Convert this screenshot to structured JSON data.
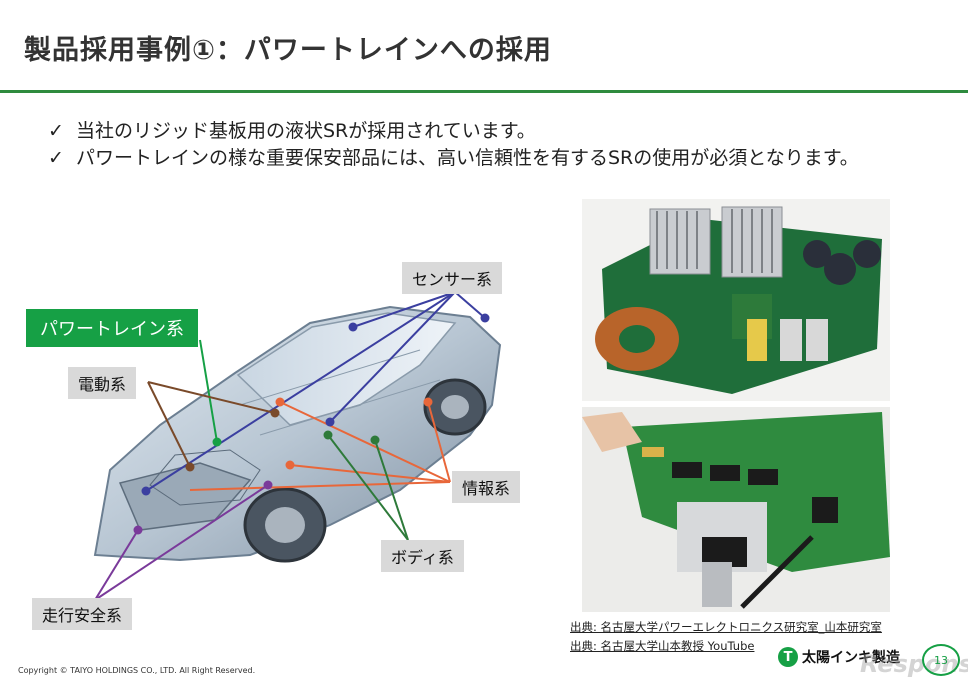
{
  "title": "製品採用事例①：パワートレインへの採用",
  "bullets": [
    "当社のリジッド基板用の液状SRが採用されています。",
    "パワートレインの様な重要保安部品には、高い信頼性を有するSRの使用が必須となります。"
  ],
  "check": "✓",
  "labels": {
    "sensor": "センサー系",
    "powertrain": "パワートレイン系",
    "electric": "電動系",
    "info": "情報系",
    "body": "ボディ系",
    "safety": "走行安全系"
  },
  "sources": [
    "出典: 名古屋大学パワーエレクトロニクス研究室_山本研究室",
    "出典: 名古屋大学山本教授 YouTube"
  ],
  "copyright": "Copyright © TAIYO HOLDINGS CO., LTD.  All Right Reserved.",
  "logo": {
    "mark": "T",
    "text": "太陽インキ製造"
  },
  "page_number": "13",
  "watermark": "Response",
  "colors": {
    "accent": "#2e8b3e",
    "powertrain": "#16a045",
    "sensor": "#3b3fa0",
    "electric": "#7a4a2a",
    "info": "#e8673a",
    "body": "#2e7a3a",
    "safety": "#7a3a9a"
  }
}
